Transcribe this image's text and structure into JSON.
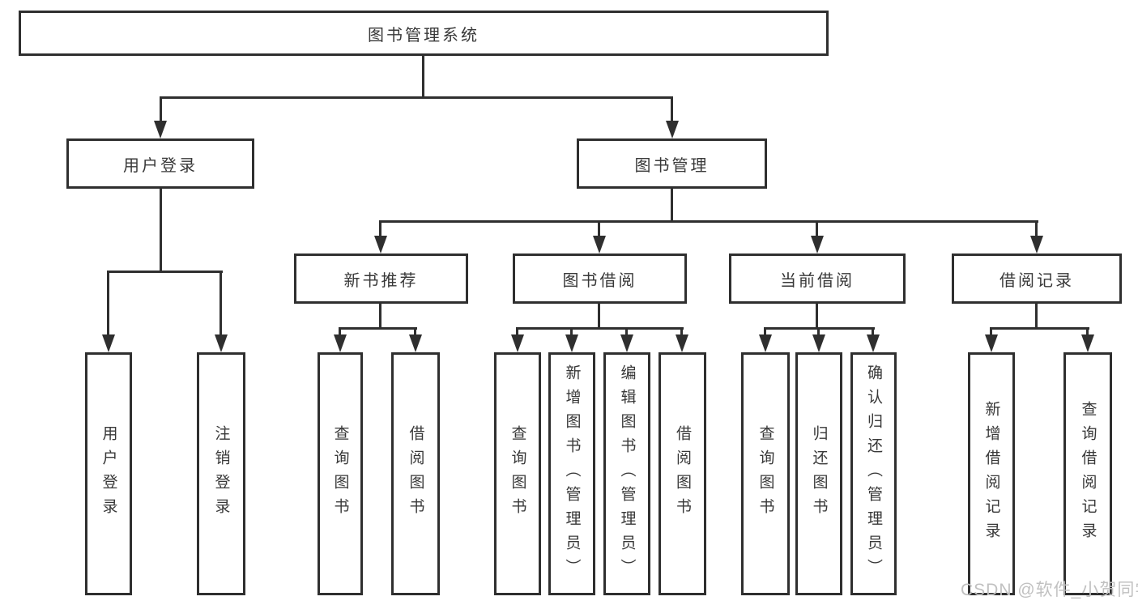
{
  "diagram_title": "图书管理系统",
  "tree": {
    "root": {
      "label": "图书管理系统",
      "children": [
        {
          "label": "用户登录",
          "children": [
            {
              "label": "用户登录"
            },
            {
              "label": "注销登录"
            }
          ]
        },
        {
          "label": "图书管理",
          "children": [
            {
              "label": "新书推荐",
              "children": [
                {
                  "label": "查询图书"
                },
                {
                  "label": "借阅图书"
                }
              ]
            },
            {
              "label": "图书借阅",
              "children": [
                {
                  "label": "查询图书"
                },
                {
                  "label": "新增图书（管理员）"
                },
                {
                  "label": "编辑图书（管理员）"
                },
                {
                  "label": "借阅图书"
                }
              ]
            },
            {
              "label": "当前借阅",
              "children": [
                {
                  "label": "查询图书"
                },
                {
                  "label": "归还图书"
                },
                {
                  "label": "确认归还（管理员）"
                }
              ]
            },
            {
              "label": "借阅记录",
              "children": [
                {
                  "label": "新增借阅记录"
                },
                {
                  "label": "查询借阅记录"
                }
              ]
            }
          ]
        }
      ]
    }
  },
  "watermark": {
    "text": "CSDN @软件_小贺同学"
  },
  "colors": {
    "line": "#2f2f2f",
    "box_border": "#2f2f2f",
    "text": "#383838",
    "watermark": "#c1c1c1",
    "background": "#ffffff"
  }
}
